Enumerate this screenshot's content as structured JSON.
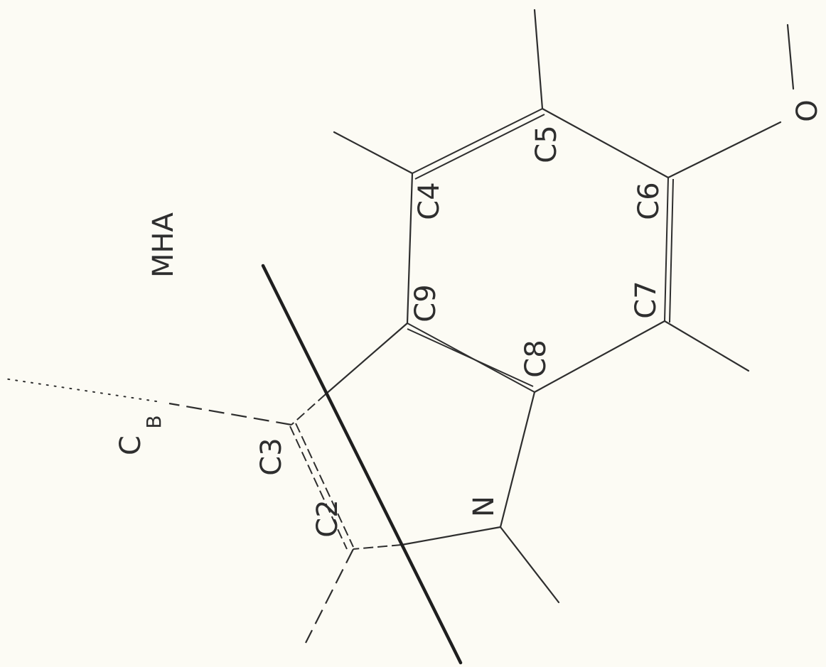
{
  "molecule": {
    "name": "MHA"
  },
  "atoms": {
    "c2": "C2",
    "c3": "C3",
    "c4": "C4",
    "c5": "C5",
    "c6": "C6",
    "c7": "C7",
    "c8": "C8",
    "c9": "C9",
    "n": "N",
    "o": "O",
    "cb_main": "C",
    "cb_sub": "B"
  },
  "colors": {
    "ink": "#2e2e2e",
    "paper": "#fcfbf4"
  }
}
